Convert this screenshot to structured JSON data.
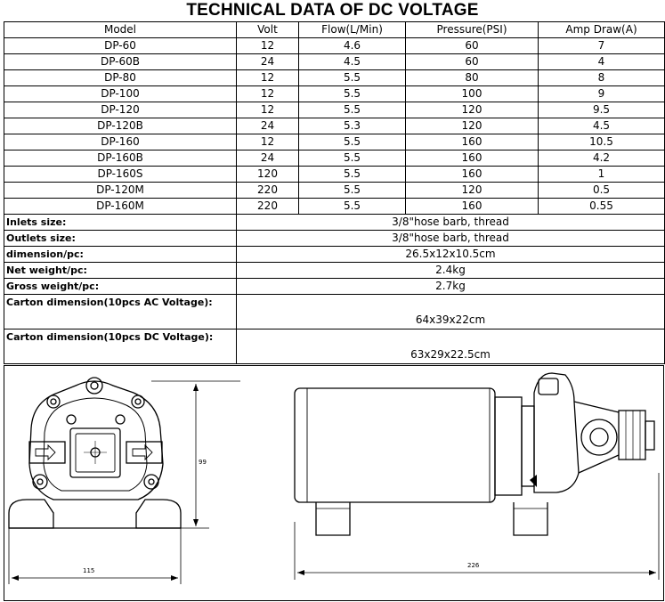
{
  "title": "TECHNICAL DATA OF DC VOLTAGE",
  "table": {
    "headers": [
      "Model",
      "Volt",
      "Flow(L/Min)",
      "Pressure(PSI)",
      "Amp Draw(A)"
    ],
    "rows": [
      [
        "DP-60",
        "12",
        "4.6",
        "60",
        "7"
      ],
      [
        "DP-60B",
        "24",
        "4.5",
        "60",
        "4"
      ],
      [
        "DP-80",
        "12",
        "5.5",
        "80",
        "8"
      ],
      [
        "DP-100",
        "12",
        "5.5",
        "100",
        "9"
      ],
      [
        "DP-120",
        "12",
        "5.5",
        "120",
        "9.5"
      ],
      [
        "DP-120B",
        "24",
        "5.3",
        "120",
        "4.5"
      ],
      [
        "DP-160",
        "12",
        "5.5",
        "160",
        "10.5"
      ],
      [
        "DP-160B",
        "24",
        "5.5",
        "160",
        "4.2"
      ],
      [
        "DP-160S",
        "120",
        "5.5",
        "160",
        "1"
      ],
      [
        "DP-120M",
        "220",
        "5.5",
        "120",
        "0.5"
      ],
      [
        "DP-160M",
        "220",
        "5.5",
        "160",
        "0.55"
      ]
    ]
  },
  "specs": [
    {
      "label": "Inlets size:",
      "value": "3/8\"hose barb, thread"
    },
    {
      "label": "Outlets size:",
      "value": "3/8\"hose barb, thread"
    },
    {
      "label": "dimension/pc:",
      "value": "26.5x12x10.5cm"
    },
    {
      "label": "Net weight/pc:",
      "value": "2.4kg"
    },
    {
      "label": "Gross weight/pc:",
      "value": "2.7kg"
    },
    {
      "label": "Carton dimension(10pcs AC Voltage):",
      "value": "64x39x22cm"
    },
    {
      "label": "Carton dimension(10pcs DC Voltage):",
      "value": "63x29x22.5cm"
    }
  ],
  "drawing": {
    "dim_width_front": "115",
    "dim_height_front": "99",
    "dim_length_side": "226"
  }
}
